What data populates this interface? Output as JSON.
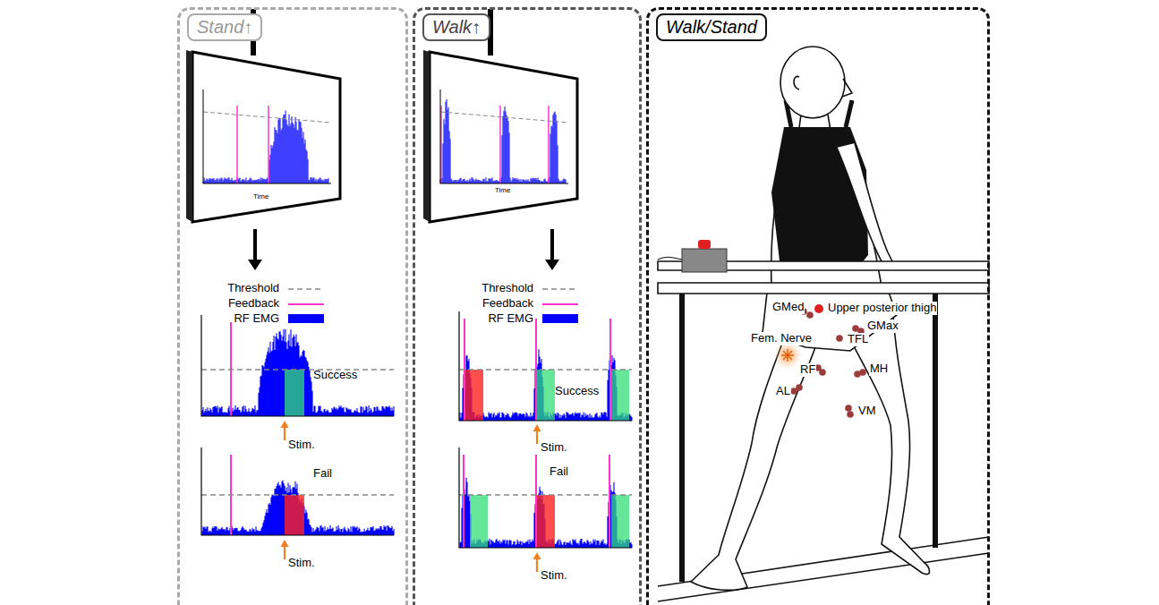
{
  "diagram": {
    "nodes": [
      {
        "text": [
          "Stand↑"
        ]
      },
      {
        "text": [
          "Walk↑"
        ]
      },
      {
        "text": [
          "Walk/Stand"
        ]
      }
    ],
    "labels": [
      "Time",
      "Success",
      "Stim.",
      "Fail",
      "Stim.",
      "Time",
      "Success",
      "Stim.",
      "Fail",
      "Stim.",
      "GMed",
      "Upper posterior thigh",
      "GMax",
      "Fem. Nerve",
      "TFL",
      "RF",
      "MH",
      "AL",
      "VM"
    ],
    "legend": [
      {
        "text": "Threshold"
      },
      {
        "text": "Feedback"
      },
      {
        "text": "RF EMG",
        "color": "#0000ff"
      },
      {
        "text": "Threshold"
      },
      {
        "text": "Feedback"
      },
      {
        "text": "RF EMG",
        "color": "#0000ff"
      }
    ]
  }
}
